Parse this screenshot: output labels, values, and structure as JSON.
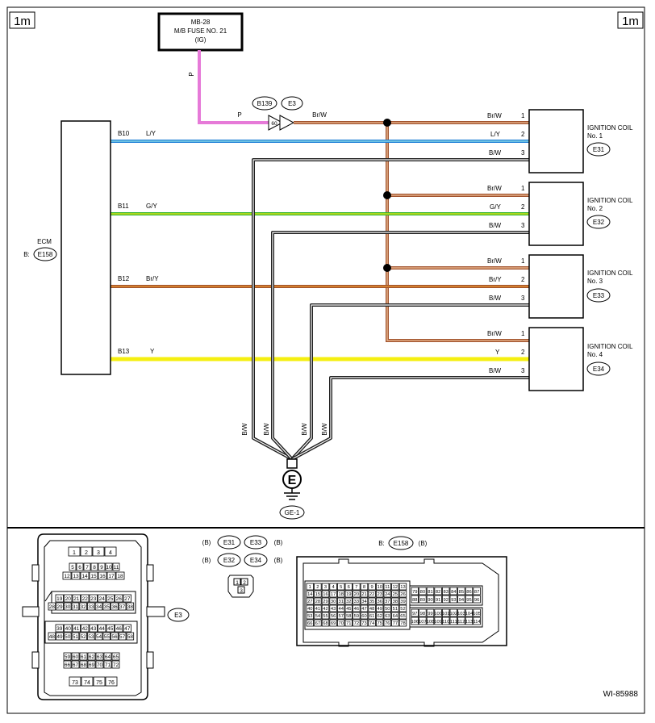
{
  "corner_left": "1m",
  "corner_right": "1m",
  "fuse": {
    "line1": "MB-28",
    "line2": "M/B FUSE NO. 21",
    "line3": "(IG)"
  },
  "wire_p_vertical": "P",
  "wire_p_horizontal": "P",
  "connector_b139": "B139",
  "connector_e3": "E3",
  "junction_pin": "60",
  "wire_brw_top": "Br/W",
  "ecm": {
    "title": "ECM",
    "prefix": "B:",
    "connector": "E158"
  },
  "ecm_wires": [
    {
      "pin": "B10",
      "color": "L/Y"
    },
    {
      "pin": "B11",
      "color": "G/Y"
    },
    {
      "pin": "B12",
      "color": "Br/Y"
    },
    {
      "pin": "B13",
      "color": "Y"
    }
  ],
  "coils": [
    {
      "line1": "IGNITION COIL",
      "line2": "No. 1",
      "connector": "E31",
      "pins": [
        {
          "color": "Br/W",
          "num": "1"
        },
        {
          "color": "L/Y",
          "num": "2"
        },
        {
          "color": "B/W",
          "num": "3"
        }
      ]
    },
    {
      "line1": "IGNITION COIL",
      "line2": "No. 2",
      "connector": "E32",
      "pins": [
        {
          "color": "Br/W",
          "num": "1"
        },
        {
          "color": "G/Y",
          "num": "2"
        },
        {
          "color": "B/W",
          "num": "3"
        }
      ]
    },
    {
      "line1": "IGNITION COIL",
      "line2": "No. 3",
      "connector": "E33",
      "pins": [
        {
          "color": "Br/W",
          "num": "1"
        },
        {
          "color": "Br/Y",
          "num": "2"
        },
        {
          "color": "B/W",
          "num": "3"
        }
      ]
    },
    {
      "line1": "IGNITION COIL",
      "line2": "No. 4",
      "connector": "E34",
      "pins": [
        {
          "color": "Br/W",
          "num": "1"
        },
        {
          "color": "Y",
          "num": "2"
        },
        {
          "color": "B/W",
          "num": "3"
        }
      ]
    }
  ],
  "ground_wire_labels": [
    "B/W",
    "B/W",
    "B/W",
    "B/W"
  ],
  "ground_symbol": "E",
  "ground_name": "GE-1",
  "e3_connector": {
    "label": "E3",
    "row1": [
      "1",
      "2",
      "3",
      "4"
    ],
    "row2": [
      "5",
      "6",
      "7",
      "8",
      "9",
      "10",
      "11"
    ],
    "row3": [
      "12",
      "13",
      "14",
      "15",
      "16",
      "17",
      "18"
    ],
    "row4": [
      "19",
      "20",
      "21",
      "22",
      "23",
      "24",
      "25",
      "26",
      "27"
    ],
    "row5": [
      "28",
      "29",
      "30",
      "31",
      "32",
      "33",
      "34",
      "35",
      "36",
      "37",
      "38"
    ],
    "row6": [
      "39",
      "40",
      "41",
      "42",
      "43",
      "44",
      "45",
      "46",
      "47"
    ],
    "row7": [
      "48",
      "49",
      "50",
      "51",
      "52",
      "53",
      "54",
      "55",
      "56",
      "57",
      "58"
    ],
    "row8": [
      "59",
      "60",
      "61",
      "62",
      "63",
      "64",
      "65"
    ],
    "row9": [
      "66",
      "67",
      "68",
      "69",
      "70",
      "71",
      "72"
    ],
    "row10": [
      "73",
      "74",
      "75",
      "76"
    ]
  },
  "coil_connector_legend": {
    "row1": {
      "left": "(B)",
      "c1": "E31",
      "c2": "E33",
      "right": "(B)"
    },
    "row2": {
      "left": "(B)",
      "c1": "E32",
      "c2": "E34",
      "right": "(B)"
    },
    "pins": [
      "1",
      "2",
      "3"
    ]
  },
  "e158_connector": {
    "header_prefix": "B:",
    "header_connector": "E158",
    "header_suffix": "(B)",
    "left_rows": [
      [
        "1",
        "2",
        "3",
        "4",
        "5",
        "6",
        "7",
        "8",
        "9",
        "10",
        "11",
        "12",
        "13"
      ],
      [
        "14",
        "15",
        "16",
        "17",
        "18",
        "19",
        "20",
        "21",
        "22",
        "23",
        "24",
        "25",
        "26"
      ],
      [
        "27",
        "28",
        "29",
        "30",
        "31",
        "32",
        "33",
        "34",
        "35",
        "36",
        "37",
        "38",
        "39"
      ],
      [
        "40",
        "41",
        "42",
        "43",
        "44",
        "45",
        "46",
        "47",
        "48",
        "49",
        "50",
        "51",
        "52"
      ],
      [
        "53",
        "54",
        "55",
        "56",
        "57",
        "58",
        "59",
        "60",
        "61",
        "62",
        "63",
        "64",
        "65"
      ],
      [
        "66",
        "67",
        "68",
        "69",
        "70",
        "71",
        "72",
        "73",
        "74",
        "75",
        "76",
        "77",
        "78"
      ]
    ],
    "right_rows_top": [
      [
        "79",
        "80",
        "81",
        "82",
        "83",
        "84",
        "85",
        "86",
        "87"
      ],
      [
        "88",
        "89",
        "90",
        "91",
        "92",
        "93",
        "94",
        "95",
        "96"
      ]
    ],
    "right_rows_bottom": [
      [
        "97",
        "98",
        "99",
        "100",
        "101",
        "102",
        "103",
        "104",
        "105"
      ],
      [
        "106",
        "107",
        "108",
        "109",
        "110",
        "111",
        "112",
        "113",
        "114"
      ]
    ]
  },
  "figure_id": "WI-85988",
  "colors": {
    "pink": "#e67ad8",
    "brown": "#a0522d",
    "tan": "#f2c39a",
    "blue": "#1c7fd6",
    "cyan": "#9be6ea",
    "green": "#32b332",
    "yellow": "#f5ef10",
    "orange": "#f09a2e"
  }
}
